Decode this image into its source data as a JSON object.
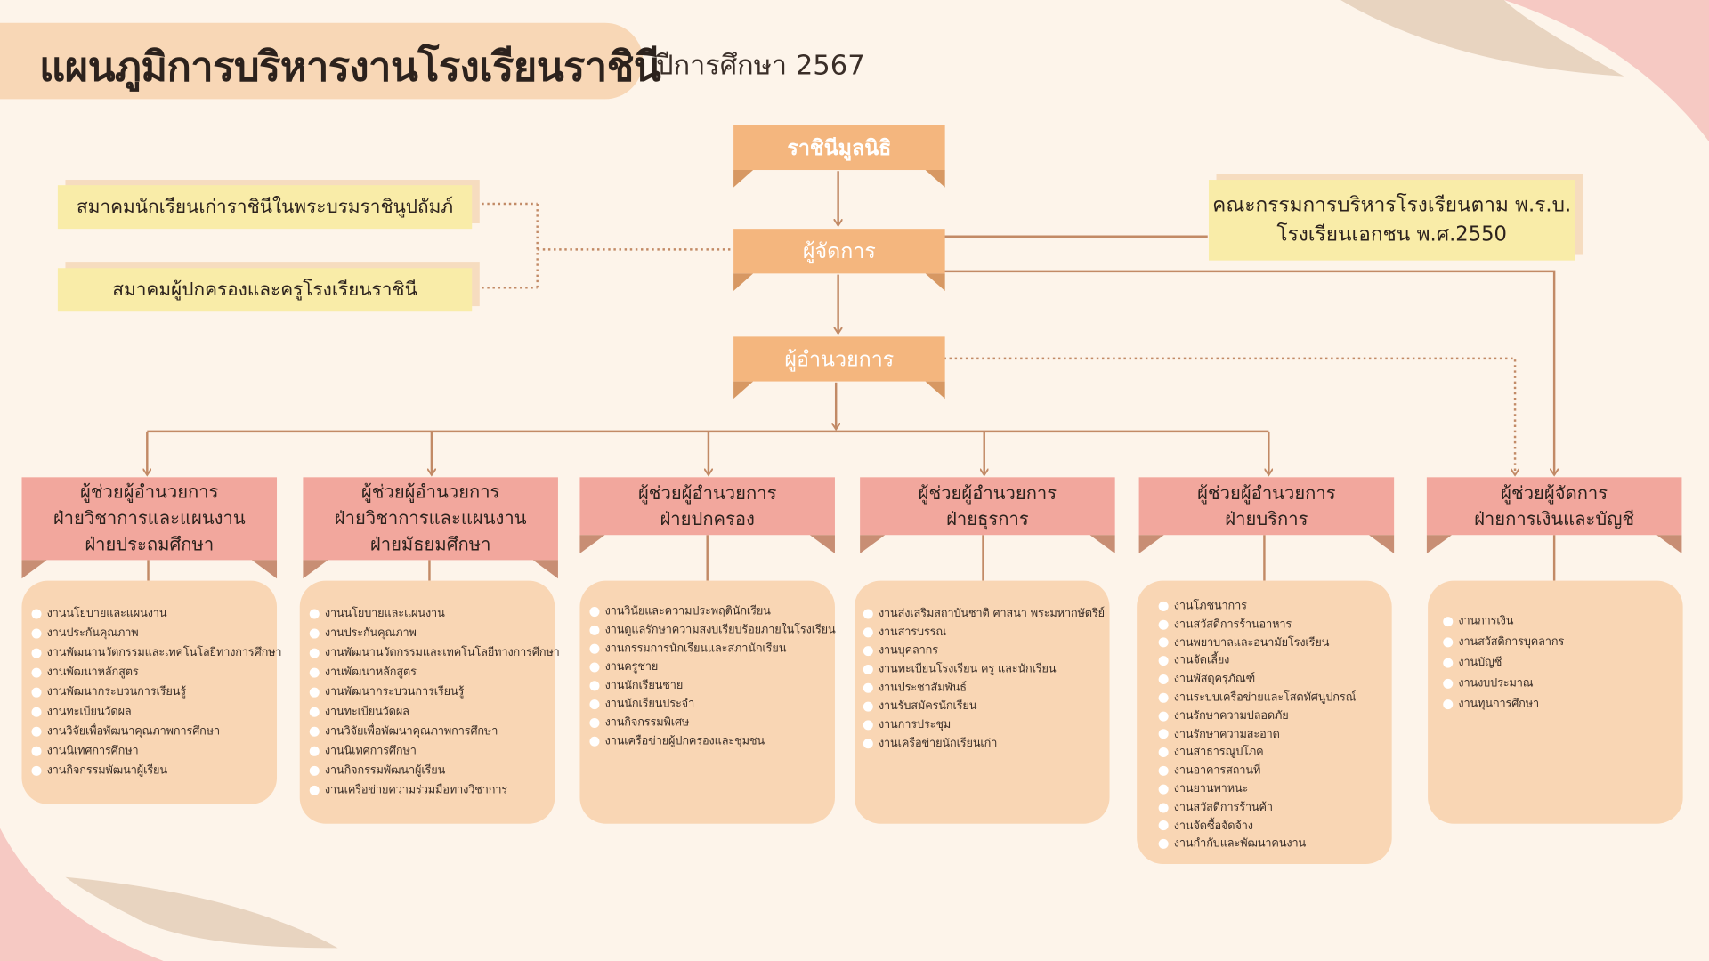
{
  "title": "แผนภูมิการบริหารงานโรงเรียนราชินี",
  "subtitle": "ปีการศึกษา 2567",
  "colors": {
    "background": "#fdf4ea",
    "title_pill": "#f8d7b6",
    "ribbon": "#f4b67e",
    "division_head": "#f2a79d",
    "task_box": "#f9d6b4",
    "side_box": "#f9eca8",
    "connector": "#c28a66"
  },
  "top_nodes": {
    "foundation": "ราชินีมูลนิธิ",
    "manager": "ผู้จัดการ",
    "director": "ผู้อำนวยการ"
  },
  "side_boxes": {
    "alumni": "สมาคมนักเรียนเก่าราชินีในพระบรมราชินูปถัมภ์",
    "parents": "สมาคมผู้ปกครองและครูโรงเรียนราชินี",
    "committee_line1": "คณะกรรมการบริหารโรงเรียนตาม พ.ร.บ.",
    "committee_line2": "โรงเรียนเอกชน พ.ศ.2550"
  },
  "divisions": [
    {
      "head": [
        "ผู้ช่วยผู้อำนวยการ",
        "ฝ่ายวิชาการและแผนงาน",
        "ฝ่ายประถมศึกษา"
      ],
      "tasks": [
        "งานนโยบายและแผนงาน",
        "งานประกันคุณภาพ",
        "งานพัฒนานวัตกรรมและเทคโนโลยีทางการศึกษา",
        "งานพัฒนาหลักสูตร",
        "งานพัฒนากระบวนการเรียนรู้",
        "งานทะเบียนวัดผล",
        "งานวิจัยเพื่อพัฒนาคุณภาพการศึกษา",
        "งานนิเทศการศึกษา",
        "งานกิจกรรมพัฒนาผู้เรียน"
      ]
    },
    {
      "head": [
        "ผู้ช่วยผู้อำนวยการ",
        "ฝ่ายวิชาการและแผนงาน",
        "ฝ่ายมัธยมศึกษา"
      ],
      "tasks": [
        "งานนโยบายและแผนงาน",
        "งานประกันคุณภาพ",
        "งานพัฒนานวัตกรรมและเทคโนโลยีทางการศึกษา",
        "งานพัฒนาหลักสูตร",
        "งานพัฒนากระบวนการเรียนรู้",
        "งานทะเบียนวัดผล",
        "งานวิจัยเพื่อพัฒนาคุณภาพการศึกษา",
        "งานนิเทศการศึกษา",
        "งานกิจกรรมพัฒนาผู้เรียน",
        "งานเครือข่ายความร่วมมือทางวิชาการ"
      ]
    },
    {
      "head": [
        "ผู้ช่วยผู้อำนวยการ",
        "ฝ่ายปกครอง"
      ],
      "tasks": [
        "งานวินัยและความประพฤตินักเรียน",
        "งานดูแลรักษาความสงบเรียบร้อยภายในโรงเรียน",
        "งานกรรมการนักเรียนและสภานักเรียน",
        "งานครูชาย",
        "งานนักเรียนชาย",
        "งานนักเรียนประจำ",
        "งานกิจกรรมพิเศษ",
        "งานเครือข่ายผู้ปกครองและชุมชน"
      ]
    },
    {
      "head": [
        "ผู้ช่วยผู้อำนวยการ",
        "ฝ่ายธุรการ"
      ],
      "tasks": [
        "งานส่งเสริมสถาบันชาติ ศาสนา พระมหากษัตริย์",
        "งานสารบรรณ",
        "งานบุคลากร",
        "งานทะเบียนโรงเรียน ครู และนักเรียน",
        "งานประชาสัมพันธ์",
        "งานรับสมัครนักเรียน",
        "งานการประชุม",
        "งานเครือข่ายนักเรียนเก่า"
      ]
    },
    {
      "head": [
        "ผู้ช่วยผู้อำนวยการ",
        "ฝ่ายบริการ"
      ],
      "tasks": [
        "งานโภชนาการ",
        "งานสวัสดิการร้านอาหาร",
        "งานพยาบาลและอนามัยโรงเรียน",
        "งานจัดเลี้ยง",
        "งานพัสดุครุภัณฑ์",
        "งานระบบเครือข่ายและโสตทัศนูปกรณ์",
        "งานรักษาความปลอดภัย",
        "งานรักษาความสะอาด",
        "งานสาธารณูปโภค",
        "งานอาคารสถานที่",
        "งานยานพาหนะ",
        "งานสวัสดิการร้านค้า",
        "งานจัดซื้อจัดจ้าง",
        "งานกำกับและพัฒนาคนงาน"
      ]
    },
    {
      "head": [
        "ผู้ช่วยผู้จัดการ",
        "ฝ่ายการเงินและบัญชี"
      ],
      "tasks": [
        "งานการเงิน",
        "งานสวัสดิการบุคลากร",
        "งานบัญชี",
        "งานงบประมาณ",
        "งานทุนการศึกษา"
      ]
    }
  ]
}
